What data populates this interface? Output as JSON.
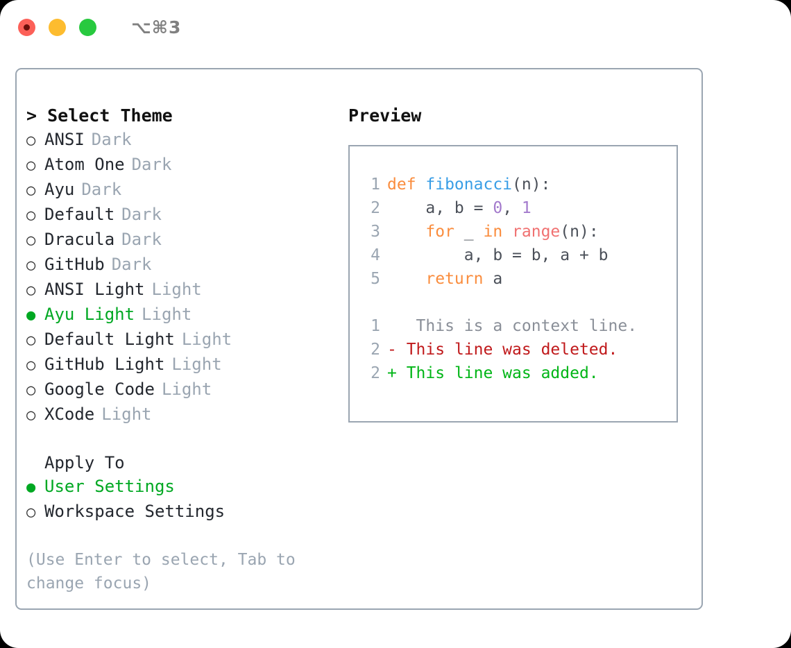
{
  "titlebar": {
    "shortcut": "⌥⌘3",
    "buttons": [
      "close",
      "minimize",
      "zoom"
    ]
  },
  "left_pane": {
    "header": "> Select Theme",
    "themes": [
      {
        "marker": "○",
        "name": "ANSI",
        "variant": "Dark",
        "selected": false
      },
      {
        "marker": "○",
        "name": "Atom One",
        "variant": "Dark",
        "selected": false
      },
      {
        "marker": "○",
        "name": "Ayu",
        "variant": "Dark",
        "selected": false
      },
      {
        "marker": "○",
        "name": "Default",
        "variant": "Dark",
        "selected": false
      },
      {
        "marker": "○",
        "name": "Dracula",
        "variant": "Dark",
        "selected": false
      },
      {
        "marker": "○",
        "name": "GitHub",
        "variant": "Dark",
        "selected": false
      },
      {
        "marker": "○",
        "name": "ANSI Light",
        "variant": "Light",
        "selected": false
      },
      {
        "marker": "●",
        "name": "Ayu Light",
        "variant": "Light",
        "selected": true
      },
      {
        "marker": "○",
        "name": "Default Light",
        "variant": "Light",
        "selected": false
      },
      {
        "marker": "○",
        "name": "GitHub Light",
        "variant": "Light",
        "selected": false
      },
      {
        "marker": "○",
        "name": "Google Code",
        "variant": "Light",
        "selected": false
      },
      {
        "marker": "○",
        "name": "XCode",
        "variant": "Light",
        "selected": false
      }
    ],
    "apply_to": {
      "title": "Apply To",
      "options": [
        {
          "marker": "●",
          "label": "User Settings",
          "selected": true
        },
        {
          "marker": "○",
          "label": "Workspace Settings",
          "selected": false
        }
      ]
    },
    "hint": "(Use Enter to select, Tab to change focus)"
  },
  "right_pane": {
    "header": "Preview",
    "code_lines": [
      {
        "lineno": "1",
        "tokens": [
          {
            "text": "def ",
            "type": "kw"
          },
          {
            "text": "fibonacci",
            "type": "fn"
          },
          {
            "text": "(n):",
            "type": "txt"
          }
        ]
      },
      {
        "lineno": "2",
        "tokens": [
          {
            "text": "    a, b = ",
            "type": "txt"
          },
          {
            "text": "0",
            "type": "num"
          },
          {
            "text": ", ",
            "type": "txt"
          },
          {
            "text": "1",
            "type": "num"
          }
        ]
      },
      {
        "lineno": "3",
        "tokens": [
          {
            "text": "    ",
            "type": "txt"
          },
          {
            "text": "for",
            "type": "kw"
          },
          {
            "text": " _ ",
            "type": "txt"
          },
          {
            "text": "in",
            "type": "kw"
          },
          {
            "text": " ",
            "type": "txt"
          },
          {
            "text": "range",
            "type": "bi"
          },
          {
            "text": "(n):",
            "type": "txt"
          }
        ]
      },
      {
        "lineno": "4",
        "tokens": [
          {
            "text": "        a, b = b, a + b",
            "type": "txt"
          }
        ]
      },
      {
        "lineno": "5",
        "tokens": [
          {
            "text": "    ",
            "type": "txt"
          },
          {
            "text": "return",
            "type": "kw"
          },
          {
            "text": " a",
            "type": "txt"
          }
        ]
      }
    ],
    "diff_lines": [
      {
        "lineno": "1",
        "sign": " ",
        "text": "  This is a context line.",
        "type": "ctx"
      },
      {
        "lineno": "2",
        "sign": "-",
        "text": " This line was deleted.",
        "type": "del"
      },
      {
        "lineno": "2",
        "sign": "+",
        "text": " This line was added.",
        "type": "add"
      }
    ]
  },
  "colors": {
    "accent_green": "#00a822",
    "muted": "#9aa5b1",
    "keyword": "#fa8d3e",
    "function": "#399ee6",
    "number": "#a37acc",
    "builtin": "#f07171",
    "diff_deleted": "#c0191b",
    "diff_added": "#00b516",
    "traffic_red": "#fc6058",
    "traffic_amber": "#fdbc2f",
    "traffic_green": "#28c93f"
  }
}
